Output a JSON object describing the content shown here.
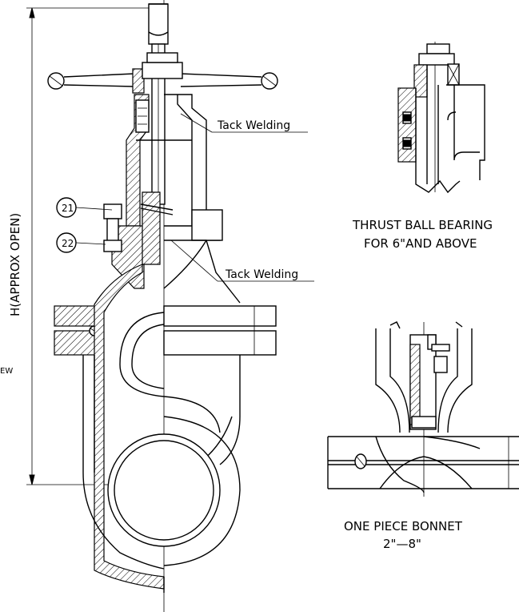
{
  "labels": {
    "tack_welding_upper": "Tack Welding",
    "tack_welding_lower": "Tack Welding",
    "dimension_h": "H(APPROX OPEN)",
    "cut_view": "EW",
    "part_21": "21",
    "part_22": "22"
  },
  "details": {
    "thrust_bearing_line1": "THRUST BALL BEARING",
    "thrust_bearing_line2": "FOR 6\"AND ABOVE",
    "bonnet_line1": "ONE PIECE BONNET",
    "bonnet_line2": "2\"—8\""
  }
}
